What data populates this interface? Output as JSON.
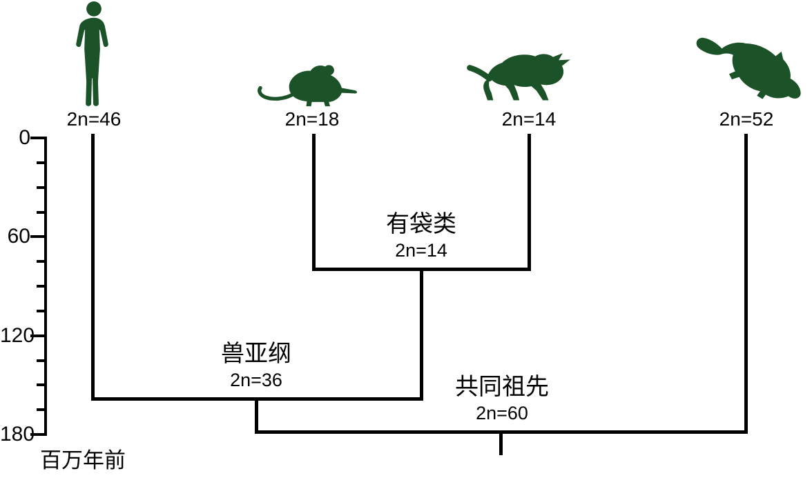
{
  "figure": {
    "type": "phylogenetic-tree",
    "background_color": "#ffffff",
    "silhouette_color": "#1c5227",
    "line_color": "#000000"
  },
  "taxa": [
    {
      "id": "human",
      "icon": "human-silhouette-icon",
      "karyotype": "2n=46"
    },
    {
      "id": "rat",
      "icon": "rat-silhouette-icon",
      "karyotype": "2n=18"
    },
    {
      "id": "tasmanian-devil",
      "icon": "tasmanian-devil-silhouette-icon",
      "karyotype": "2n=14"
    },
    {
      "id": "platypus",
      "icon": "platypus-silhouette-icon",
      "karyotype": "2n=52"
    }
  ],
  "ancestors": [
    {
      "id": "marsupials",
      "name": "有袋类",
      "karyotype": "2n=14",
      "approx_divergence_mya": 80
    },
    {
      "id": "theria",
      "name": "兽亚纲",
      "karyotype": "2n=36",
      "approx_divergence_mya": 160
    },
    {
      "id": "common-ancestor",
      "name": "共同祖先",
      "karyotype": "2n=60",
      "approx_divergence_mya": 178
    }
  ],
  "axis": {
    "orientation": "vertical",
    "tick_labels": [
      "0",
      "60",
      "120",
      "180"
    ],
    "minor_ticks_between_major": 3,
    "unit_label": "百万年前"
  }
}
